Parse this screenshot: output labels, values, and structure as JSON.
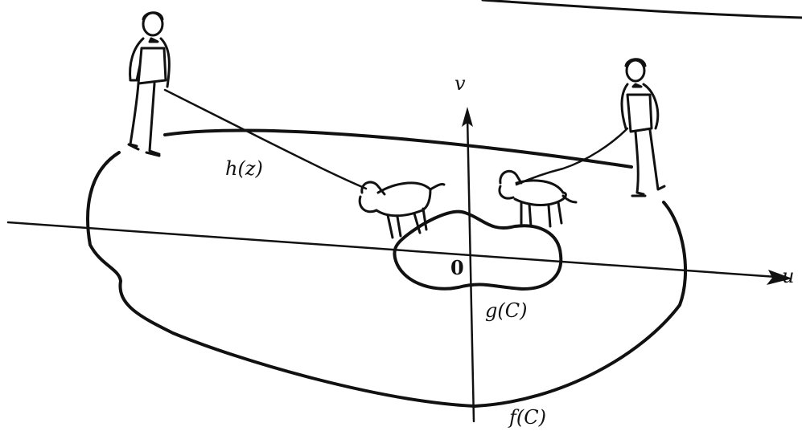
{
  "figure": {
    "labels": {
      "v_axis": "v",
      "u_axis": "u",
      "origin": "0",
      "leash": "h(z)",
      "inner_curve": "g(C)",
      "outer_curve": "f(C)"
    },
    "ink_color": "#111111",
    "background": "#ffffff"
  }
}
